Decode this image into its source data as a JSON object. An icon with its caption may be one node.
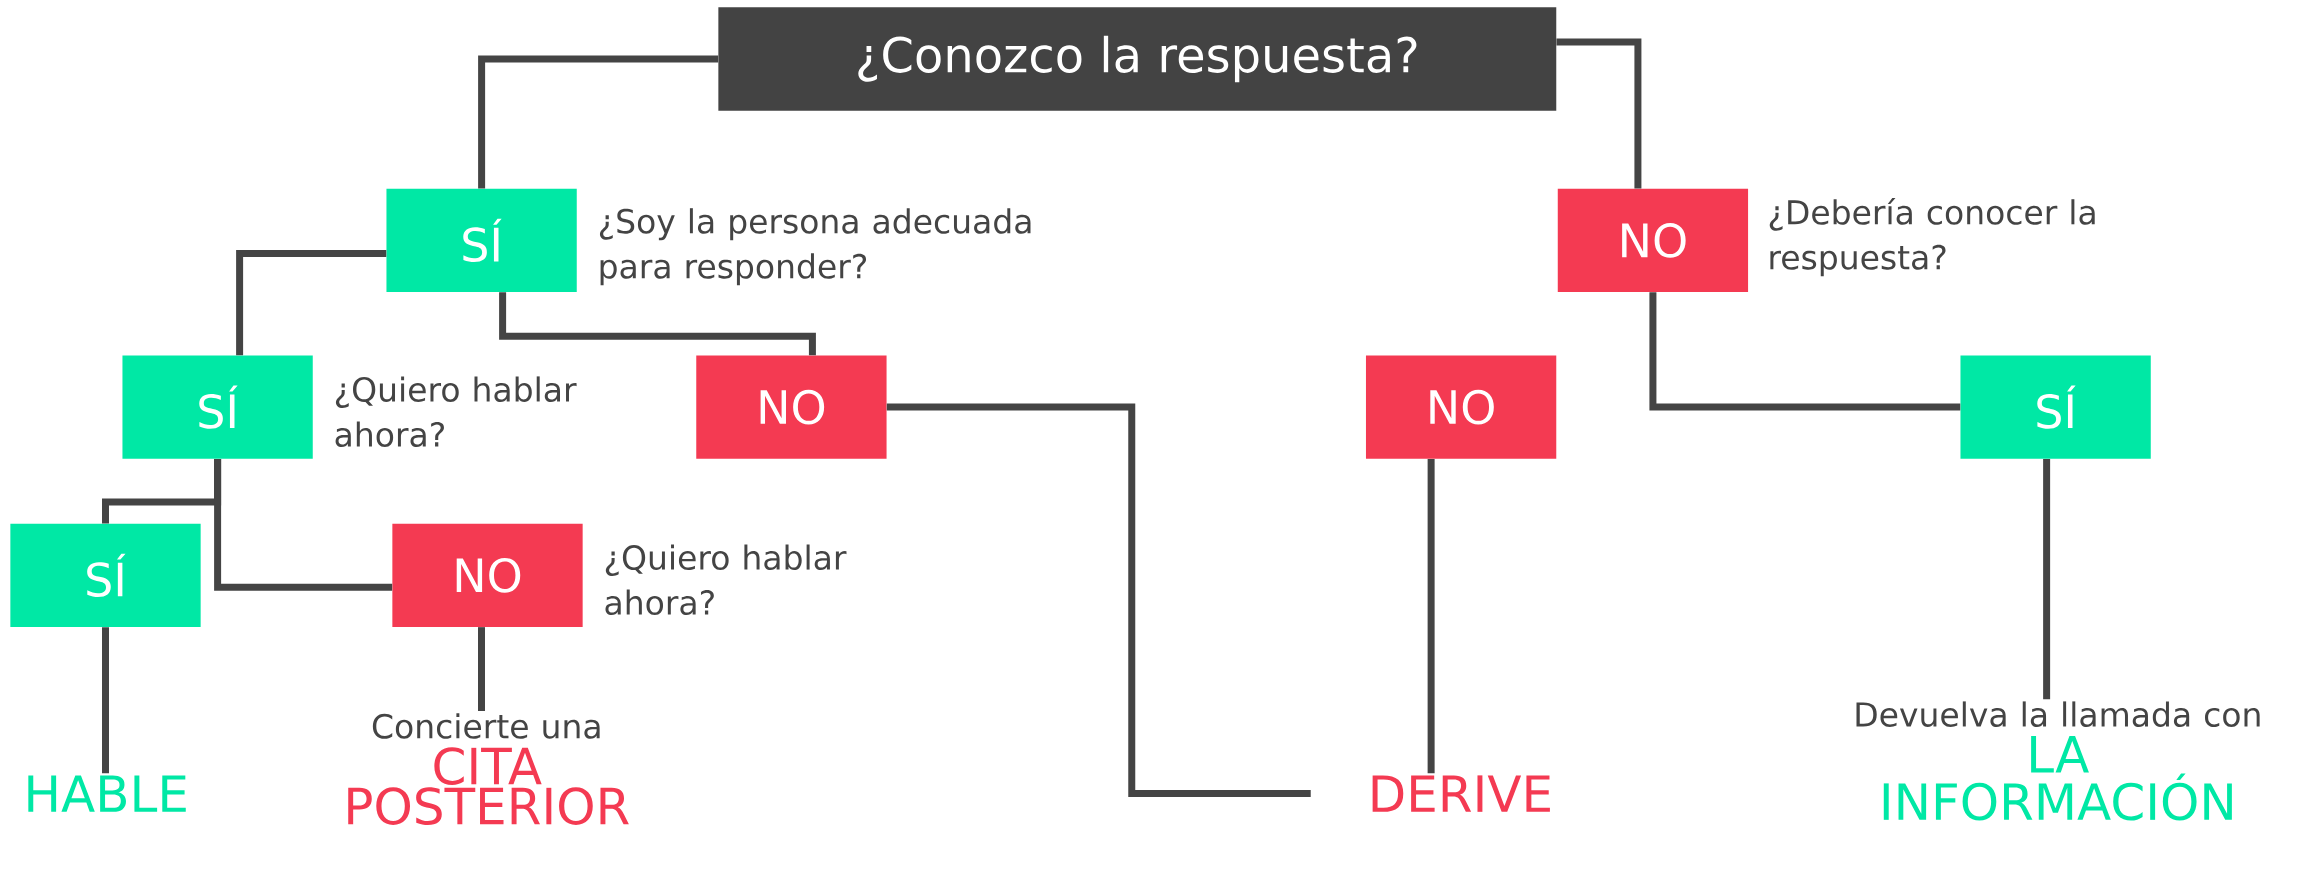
{
  "diagram": {
    "nodes": [
      {
        "text": [
          "¿Conozco la respuesta?"
        ]
      },
      {
        "text": [
          "SÍ"
        ],
        "beside": [
          "¿Soy la persona adecuada para responder?"
        ]
      },
      {
        "text": [
          "NO"
        ],
        "beside": [
          "¿Debería conocer la respuesta?"
        ]
      },
      {
        "text": [
          "SÍ"
        ],
        "beside": [
          "¿Quiero hablar ahora?"
        ]
      },
      {
        "text": [
          "NO"
        ]
      },
      {
        "text": [
          "NO"
        ]
      },
      {
        "text": [
          "SÍ"
        ]
      },
      {
        "text": [
          "SÍ"
        ]
      },
      {
        "text": [
          "NO"
        ],
        "beside": [
          "¿Quiero hablar ahora?"
        ]
      },
      {
        "text": [
          "HABLE"
        ]
      },
      {
        "text": [
          "Concierte una",
          "CITA POSTERIOR"
        ]
      },
      {
        "text": [
          "DERIVE"
        ]
      },
      {
        "text": [
          "Devuelva la llamada con",
          "LA INFORMACIÓN"
        ]
      }
    ],
    "edges": [
      {
        "from": 0,
        "to": 1,
        "arrow": "none"
      },
      {
        "from": 0,
        "to": 2,
        "arrow": "none"
      },
      {
        "from": 1,
        "to": 3,
        "arrow": "none"
      },
      {
        "from": 1,
        "to": 4,
        "arrow": "none"
      },
      {
        "from": 3,
        "to": 7,
        "arrow": "none"
      },
      {
        "from": 3,
        "to": 8,
        "arrow": "none"
      },
      {
        "from": 2,
        "to": 6,
        "arrow": "none"
      },
      {
        "from": 4,
        "to": 11,
        "arrow": "none"
      },
      {
        "from": 5,
        "to": 11,
        "arrow": "none"
      },
      {
        "from": 6,
        "to": 12,
        "arrow": "none"
      },
      {
        "from": 7,
        "to": 9,
        "arrow": "none"
      },
      {
        "from": 8,
        "to": 10,
        "arrow": "none"
      }
    ]
  }
}
